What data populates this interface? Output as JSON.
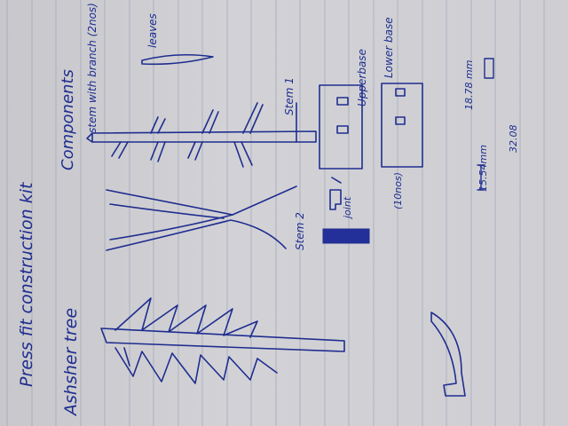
{
  "notes": {
    "title": "Press fit construction kit",
    "tree_label": "Ashsher tree",
    "components_label": "Components",
    "stem_branch_label": "stem with branch (2nos)",
    "leaves_label": "leaves",
    "stem1_label": "Stem 1",
    "stem2_label": "Stem 2",
    "joint_label": "joint",
    "joint_qty": "(10nos)",
    "upperbase_label": "Upperbase",
    "lowerbase_label": "Lower base",
    "dim_1": "15.54mm",
    "dim_2": "18.78 mm",
    "dim_3": "32.08"
  },
  "colors": {
    "ink": "#1f2d8f",
    "paper": "#cfcfd3",
    "rule": "#9aa0b4"
  }
}
